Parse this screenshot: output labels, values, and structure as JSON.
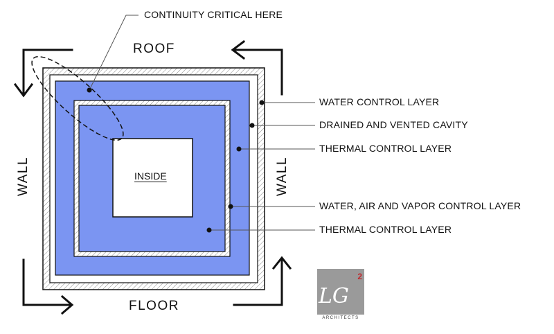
{
  "labels": {
    "continuity": "CONTINUITY CRITICAL HERE",
    "roof": "ROOF",
    "floor": "FLOOR",
    "wall_left": "WALL",
    "wall_right": "WALL",
    "inside": "INSIDE"
  },
  "callouts": [
    "WATER CONTROL LAYER",
    "DRAINED AND VENTED CAVITY",
    "THERMAL CONTROL LAYER",
    "WATER, AIR AND VAPOR CONTROL LAYER",
    "THERMAL CONTROL LAYER"
  ],
  "logo": {
    "letters": "LG",
    "superscript": "2",
    "subtitle": "ARCHITECTS"
  },
  "colors": {
    "insulation": "#7b95f2",
    "hatch": "#8a8a8a",
    "outline": "#111111",
    "logo_bg": "#9a9a9a"
  }
}
